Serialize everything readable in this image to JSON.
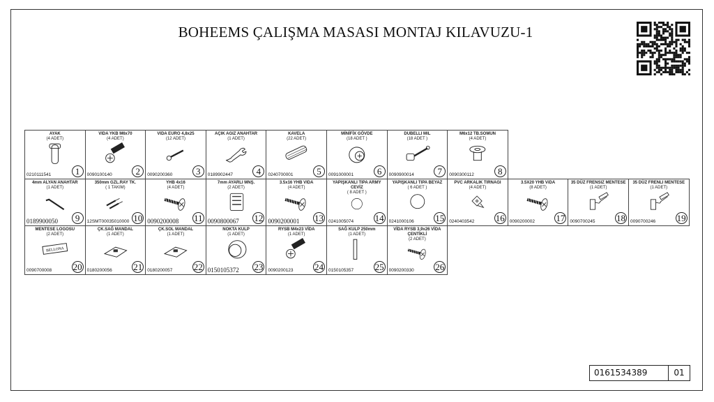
{
  "title": "BOHEEMS ÇALIŞMA MASASI MONTAJ KILAVUZU-1",
  "document_code": "0161534389",
  "page_number": "01",
  "rows": [
    8,
    11,
    7
  ],
  "parts": [
    {
      "n": "1",
      "name": "AYAK",
      "qty": "(4 ADET)",
      "code": "0210111541",
      "icon": "leg"
    },
    {
      "n": "2",
      "name": "VIDA YKB M6x70",
      "qty": "(4 ADET)",
      "code": "0090100140",
      "icon": "bolt"
    },
    {
      "n": "3",
      "name": "VIDA EURO 4,8x25",
      "qty": "(12 ADET)",
      "code": "0090200360",
      "icon": "screw-small"
    },
    {
      "n": "4",
      "name": "AÇIK AGIZ ANAHTAR",
      "qty": "(1 ADET)",
      "code": "0189902447",
      "icon": "wrench"
    },
    {
      "n": "5",
      "name": "KAVELA",
      "qty": "(22 ADET)",
      "code": "0240700001",
      "icon": "dowel"
    },
    {
      "n": "6",
      "name": "MİNİFİX GÖVDE",
      "qty": "(18 ADET )",
      "code": "0091000001",
      "icon": "cam"
    },
    {
      "n": "7",
      "name": "DUBELLI MIL",
      "qty": "(18 ADET )",
      "code": "0090900014",
      "icon": "pin"
    },
    {
      "n": "8",
      "name": "M6x12 TB.SOMUN",
      "qty": "(4 ADET)",
      "code": "0090300112",
      "icon": "nut"
    },
    {
      "n": "9",
      "name": "4mm ALYAN ANAHTAR",
      "qty": "(1 ADET)",
      "code": "0189900050",
      "icon": "allen-key",
      "big": true
    },
    {
      "n": "10",
      "name": "350mm GZL.RAY TK.",
      "qty": "( 1 TAKIM)",
      "code": "12SMT00035010000",
      "icon": "rail"
    },
    {
      "n": "11",
      "name": "YHB 4x16",
      "qty": "(4 ADET)",
      "code": "0090200008",
      "icon": "screw",
      "big": true
    },
    {
      "n": "12",
      "name": "7mm AYARLI MNŞ.",
      "qty": "(2 ADET)",
      "code": "0090800067",
      "icon": "hinge-plate",
      "big": true
    },
    {
      "n": "13",
      "name": "3.5x16 YHB VIDA",
      "qty": "(4 ADET)",
      "code": "0090200001",
      "icon": "screw",
      "big": true
    },
    {
      "n": "14",
      "name": "YAPIŞKANLI TIPA ARMY CEVİZ",
      "qty": "( 8 ADET )",
      "code": "0241005074",
      "icon": "cap"
    },
    {
      "n": "15",
      "name": "YAPIŞKANLI TIPA BEYAZ",
      "qty": "( 6 ADET )",
      "code": "0241000106",
      "icon": "cap"
    },
    {
      "n": "16",
      "name": "PVC ARKALIK TIRNAGI",
      "qty": "(4 ADET)",
      "code": "0240403542",
      "icon": "bracket"
    },
    {
      "n": "17",
      "name": "3.5X20 YHB ViDA",
      "qty": "(8 ADET)",
      "code": "0090200002",
      "icon": "screw"
    },
    {
      "n": "18",
      "name": "35 DÜZ FRENSIZ MENTESE",
      "qty": "(1 ADET)",
      "code": "0090700245",
      "icon": "hinge"
    },
    {
      "n": "19",
      "name": "35 DÜZ FRENLI MENTESE",
      "qty": "(1 ADET)",
      "code": "0090700246",
      "icon": "hinge"
    },
    {
      "n": "20",
      "name": "MENTESE LOGOSU",
      "qty": "(2 ADET)",
      "code": "0090700008",
      "icon": "logo",
      "logo_text": "BELLONA"
    },
    {
      "n": "21",
      "name": "ÇK.SAĞ MANDAL",
      "qty": "(1 ADET)",
      "code": "0180200056",
      "icon": "latch"
    },
    {
      "n": "22",
      "name": "ÇK.SOL MANDAL",
      "qty": "(1 ADET)",
      "code": "0180200057",
      "icon": "latch"
    },
    {
      "n": "23",
      "name": "NOKTA KULP",
      "qty": "(1 ADET)",
      "code": "0150105372",
      "icon": "knob",
      "big": true
    },
    {
      "n": "24",
      "name": "RYSB M4x23 VİDA",
      "qty": "(1 ADET)",
      "code": "0090200123",
      "icon": "bolt"
    },
    {
      "n": "25",
      "name": "SAĞ KULP 250mm",
      "qty": "(1 ADET)",
      "code": "0150105357",
      "icon": "handle"
    },
    {
      "n": "26",
      "name": "VİDA RYSB 3,9x26 VİDA ÇENTİKLİ",
      "qty": "(2 ADET)",
      "code": "0090200330",
      "icon": "screw"
    }
  ]
}
